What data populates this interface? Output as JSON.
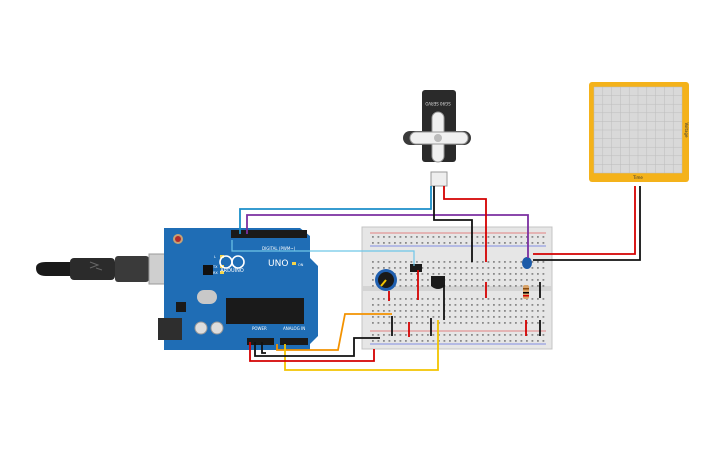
{
  "arduino": {
    "brand": "ARDUINO",
    "model": "UNO",
    "digital_label": "DIGITAL (PWM~)",
    "power_label": "POWER",
    "analog_label": "ANALOG IN",
    "led_labels": [
      "L",
      "TX",
      "RX"
    ],
    "on_label": "ON"
  },
  "servo": {
    "label": "SG90 SERVO"
  },
  "oscilloscope": {
    "x_label": "Time",
    "y_label": "Voltage"
  },
  "colors": {
    "board": "#1f6db5",
    "breadboard": "#e6e6e6",
    "servo": "#2a2a2a",
    "scope_frame": "#f4b21a",
    "scope_screen": "#d9d9d9",
    "wire_red": "#d40000",
    "wire_black": "#111111",
    "wire_blue": "#1b8fc9",
    "wire_purple": "#7b2fa0",
    "wire_orange": "#f39200",
    "wire_yellow": "#f2c400",
    "wire_lightblue": "#6ec6e8"
  },
  "components": [
    "usb-cable",
    "arduino-uno",
    "breadboard",
    "potentiometer",
    "temperature-sensor",
    "slide-switch",
    "resistor",
    "led",
    "servo-motor",
    "oscilloscope"
  ]
}
